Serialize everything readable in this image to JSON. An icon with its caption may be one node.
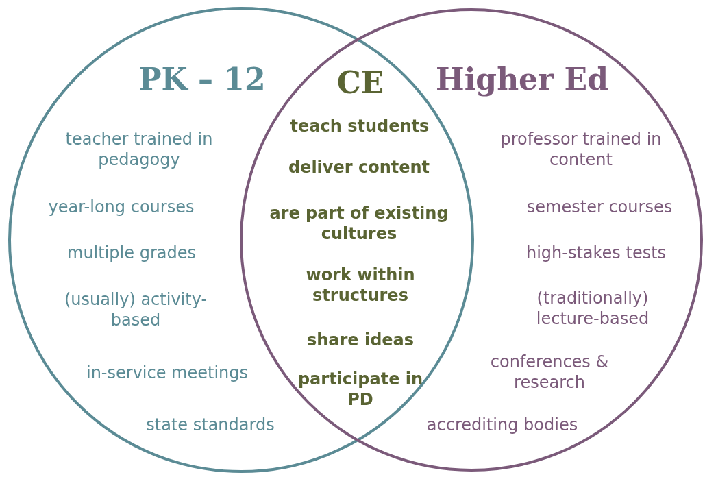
{
  "diagram": {
    "nodes": [
      {
        "text": [
          "PK – 12"
        ]
      },
      {
        "text": [
          "Higher Ed"
        ]
      }
    ],
    "labels": [
      "CE",
      "teach students",
      "deliver content",
      "are part of existing cultures",
      "work within structures",
      "share ideas",
      "participate in PD",
      "teacher trained in pedagogy",
      "year-long courses",
      "multiple grades",
      "(usually) activity-based",
      "in-service meetings",
      "state standards",
      "professor trained in content",
      "semester courses",
      "high-stakes tests",
      "(traditionally) lecture-based",
      "conferences & research",
      "accrediting bodies"
    ]
  }
}
